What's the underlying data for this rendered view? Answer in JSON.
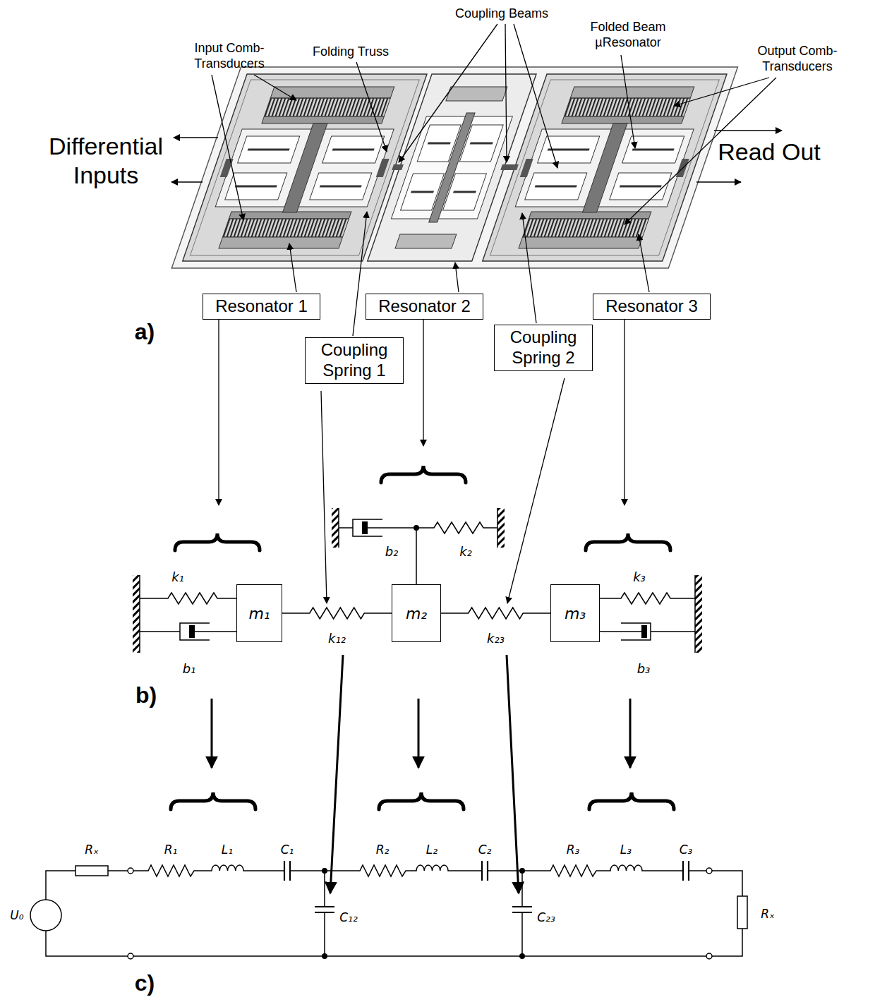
{
  "diagram": {
    "nodes": [
      {
        "text": [
          "Resonator 1"
        ]
      },
      {
        "text": [
          "Resonator 2"
        ]
      },
      {
        "text": [
          "Resonator 3"
        ]
      },
      {
        "text": [
          "Coupling Spring 1"
        ]
      },
      {
        "text": [
          "Coupling Spring 2"
        ]
      },
      {
        "text": [
          "m₁"
        ]
      },
      {
        "text": [
          "m₂"
        ]
      },
      {
        "text": [
          "m₃"
        ]
      }
    ],
    "edges": [
      {
        "from": 5,
        "to": 6,
        "arrow": "none",
        "label": "k₁₂"
      },
      {
        "from": 6,
        "to": 7,
        "arrow": "none",
        "label": "k₂₃"
      }
    ],
    "labels": [
      "Input Comb-Transducers",
      "Folding Truss",
      "Coupling Beams",
      "Folded Beam µResonator",
      "Output Comb-Transducers",
      "Differential Inputs",
      "Read Out",
      "a)",
      "k₁",
      "b₁",
      "b₂",
      "k₂",
      "k₃",
      "b₃",
      "b)",
      "Rₓ",
      "R₁",
      "L₁",
      "C₁",
      "C₁₂",
      "R₂",
      "L₂",
      "C₂",
      "C₂₃",
      "R₃",
      "L₃",
      "C₃",
      "U₀",
      "Rₓ",
      "c)"
    ]
  }
}
